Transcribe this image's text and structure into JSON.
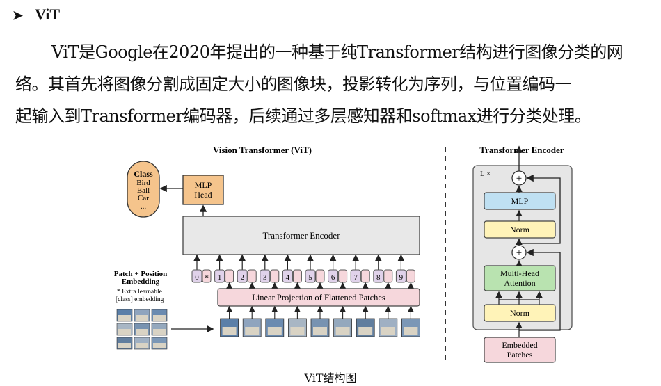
{
  "section": {
    "marker": "➤",
    "title": "ViT"
  },
  "paragraph": [
    "ViT是Google在2020年提出的一种基于纯Transformer结构进行图像分类的网",
    "络。其首先将图像分割成固定大小的图像块，投影转化为序列，与位置编码一",
    "起输入到Transformer编码器，后续通过多层感知器和softmax进行分类处理。"
  ],
  "diagram": {
    "vit_title": "Vision Transformer (ViT)",
    "encoder_title": "Transformer Encoder",
    "class_box": {
      "title": "Class",
      "items": [
        "Bird",
        "Ball",
        "Car",
        "..."
      ]
    },
    "mlp_head": [
      "MLP",
      "Head"
    ],
    "transformer_encoder": "Transformer Encoder",
    "patch_embedding_label": [
      "Patch + Position",
      "Embedding"
    ],
    "extra_note": [
      "* Extra learnable",
      "[class] embedding"
    ],
    "linear_projection": "Linear Projection of Flattened Patches",
    "tokens": [
      "0",
      "1",
      "2",
      "3",
      "4",
      "5",
      "6",
      "7",
      "8",
      "9"
    ],
    "class_token_star": "*",
    "encoder_block": {
      "repeat": "L ×",
      "mlp": "MLP",
      "norm_top": "Norm",
      "attention": [
        "Multi-Head",
        "Attention"
      ],
      "norm_bottom": "Norm",
      "embedded_patches": [
        "Embedded",
        "Patches"
      ],
      "plus": "+"
    }
  },
  "caption": "ViT结构图",
  "colors": {
    "class_box": "#f5c48c",
    "mlp_head": "#f5c48c",
    "encoder": "#e8e8e8",
    "projection": "#f6d7dc",
    "token": "#e0d2ea",
    "mlp_block": "#bfe0f2",
    "norm": "#fff3b8",
    "attention": "#b9e3b0",
    "embedded": "#f6d7dc",
    "encoder_panel": "#e6e6e6"
  }
}
